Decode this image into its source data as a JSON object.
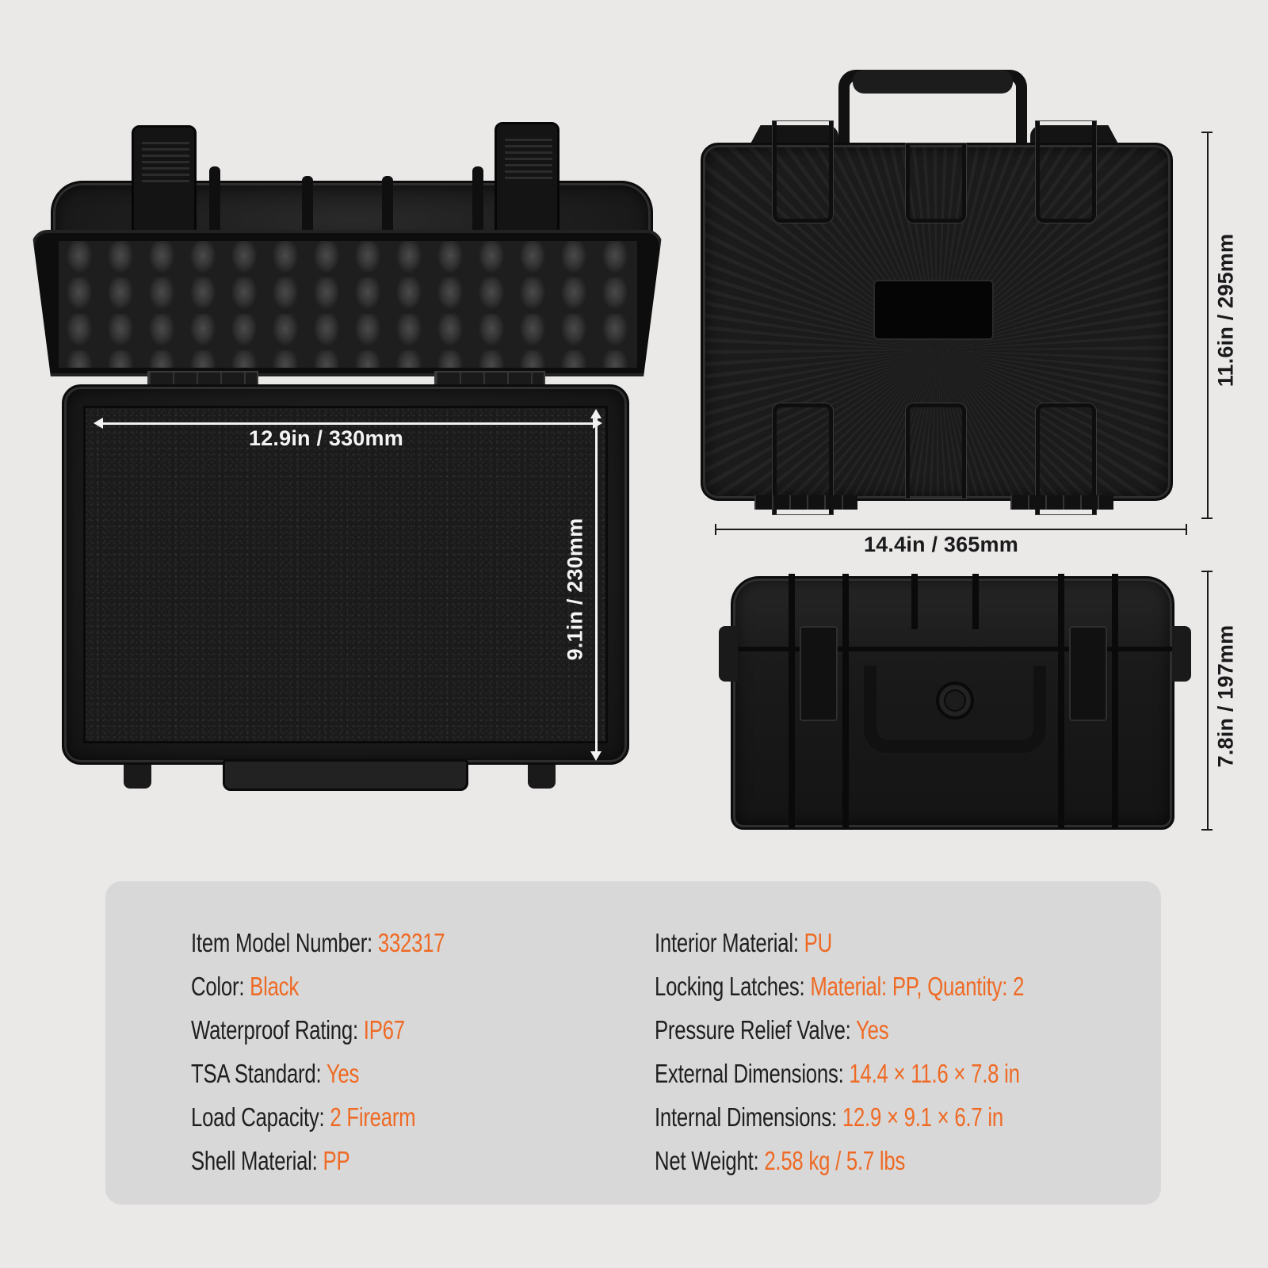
{
  "dimensions": {
    "interior_width": "12.9in / 330mm",
    "interior_depth": "9.1in / 230mm",
    "exterior_length": "14.4in / 365mm",
    "exterior_width": "11.6in / 295mm",
    "exterior_height": "7.8in / 197mm"
  },
  "views": {
    "open_view": "open-case-top-view",
    "top_view": "closed-case-top-view",
    "front_view": "closed-case-front-view"
  },
  "specs": {
    "left": [
      {
        "label": "Item Model Number:",
        "value": "332317"
      },
      {
        "label": "Color:",
        "value": "Black"
      },
      {
        "label": "Waterproof Rating:",
        "value": "IP67"
      },
      {
        "label": "TSA Standard:",
        "value": "Yes"
      },
      {
        "label": "Load Capacity:",
        "value": "2 Firearm"
      },
      {
        "label": "Shell Material:",
        "value": "PP"
      }
    ],
    "right": [
      {
        "label": "Interior Material:",
        "value": "PU"
      },
      {
        "label": "Locking Latches:",
        "value": "Material: PP, Quantity: 2"
      },
      {
        "label": "Pressure Relief Valve:",
        "value": "Yes"
      },
      {
        "label": "External Dimensions:",
        "value": "14.4 × 11.6 × 7.8 in"
      },
      {
        "label": "Internal Dimensions:",
        "value": "12.9 × 9.1 × 6.7 in"
      },
      {
        "label": "Net Weight:",
        "value": "2.58 kg / 5.7 lbs"
      }
    ]
  },
  "colors": {
    "background": "#ebe8e8",
    "panel": "#d9d8d8",
    "label_text": "#1f1f1f",
    "accent_value": "#ee6a24"
  }
}
